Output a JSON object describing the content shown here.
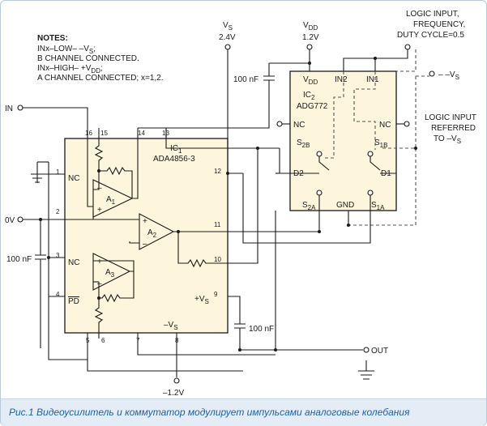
{
  "notes": {
    "title": "NOTES:",
    "line1": "INx–LOW– –V",
    "line1_sub": "S",
    "line1_end": ";",
    "line2": "B CHANNEL CONNECTED.",
    "line3": "INx–HIGH– +V",
    "line3_sub": "DD",
    "line3_end": ";",
    "line4": "A CHANNEL CONNECTED; x=1,2."
  },
  "supplies": {
    "vs": "V",
    "vs_sub": "S",
    "vs_value": "2.4V",
    "vdd": "V",
    "vdd_sub": "DD",
    "vdd_value": "1.2V",
    "neg": "–1.2V",
    "minus_vs": "– –V",
    "minus_vs_sub": "S"
  },
  "logic_input": [
    "LOGIC INPUT,",
    "FREQUENCY,",
    "DUTY CYCLE=0.5"
  ],
  "logic_ref": [
    "LOGIC INPUT",
    "REFERRED",
    "TO –V"
  ],
  "logic_ref_sub": "S",
  "ic1": {
    "name": "IC",
    "name_sub": "1",
    "part": "ADA4856-3",
    "pins": [
      "1",
      "2",
      "3",
      "4",
      "5",
      "6",
      "7",
      "8",
      "9",
      "10",
      "11",
      "12",
      "13",
      "14",
      "15",
      "16"
    ],
    "nc": "NC",
    "pd": "PD",
    "plus_vs": "+V",
    "minus_vs": "–V",
    "vs_sub": "S",
    "amps": [
      "A",
      "A",
      "A"
    ],
    "amp_subs": [
      "1",
      "2",
      "3"
    ],
    "minus": "–",
    "plus": "+"
  },
  "ic2": {
    "name": "IC",
    "name_sub": "2",
    "part": "ADG772",
    "vdd": "V",
    "vdd_sub": "DD",
    "in2": "IN2",
    "in1": "IN1",
    "nc": "NC",
    "s2b": "S",
    "s2b_sub": "2B",
    "s1b": "S",
    "s1b_sub": "1B",
    "d2": "D2",
    "d1": "D1",
    "s2a": "S",
    "s2a_sub": "2A",
    "gnd": "GND",
    "s1a": "S",
    "s1a_sub": "1A"
  },
  "labels": {
    "in": "IN",
    "zero_v": "0V",
    "out": "OUT",
    "c_100nf": "100 nF"
  },
  "caption": "Рис.1 Видеоусилитель и коммутатор модулирует импульсами аналоговые колебания"
}
